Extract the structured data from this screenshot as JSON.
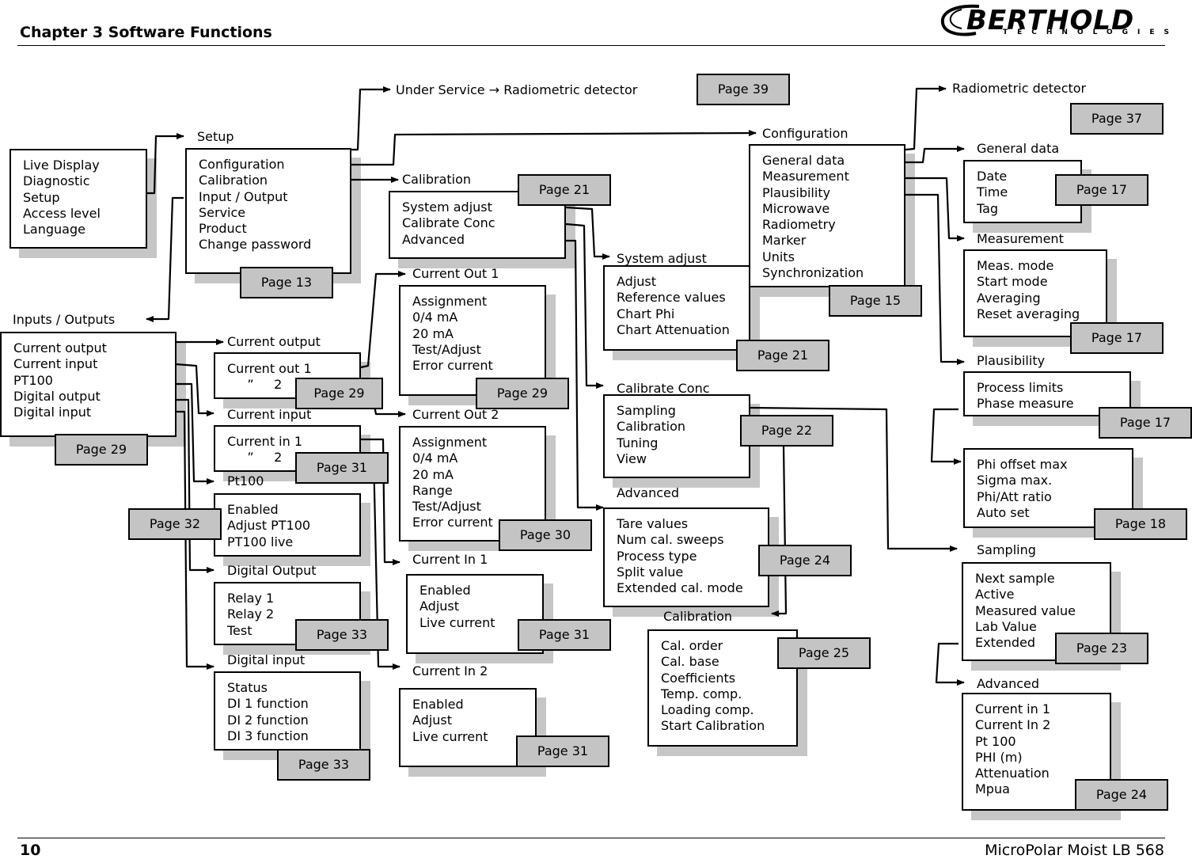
{
  "header": {
    "chapter_title": "Chapter 3 Software Functions",
    "logo_name": "BERTHOLD",
    "logo_subtitle": "TECHNOLOGIES"
  },
  "footer": {
    "page_number": "10",
    "product": "MicroPolar Moist LB 568"
  },
  "boxes": {
    "main": [
      "Live Display",
      "Diagnostic",
      "Setup",
      "Access level",
      "Language"
    ],
    "setup": [
      "Configuration",
      "Calibration",
      "Input / Output",
      "Service",
      "Product",
      "Change password"
    ],
    "io": [
      "Current output",
      "Current input",
      "PT100",
      "Digital output",
      "Digital input"
    ],
    "cur_out": [
      "Current out 1",
      "     ”     2"
    ],
    "cur_in": [
      "Current in 1",
      "     ”     2"
    ],
    "pt100": [
      "Enabled",
      "Adjust PT100",
      "PT100 live"
    ],
    "dig_out": [
      "Relay 1",
      "Relay 2",
      "Test"
    ],
    "dig_in": [
      "Status",
      "DI 1 function",
      "DI 2 function",
      "DI 3 function"
    ],
    "calib": [
      "System adjust",
      "Calibrate Conc",
      "Advanced"
    ],
    "co1": [
      "Assignment",
      "0/4 mA",
      "20 mA",
      "Test/Adjust",
      "Error current"
    ],
    "co2": [
      "Assignment",
      "0/4 mA",
      "20 mA",
      "Range",
      "Test/Adjust",
      "Error current"
    ],
    "ci1": [
      "Enabled",
      "Adjust",
      "Live current"
    ],
    "ci2": [
      "Enabled",
      "Adjust",
      "Live current"
    ],
    "sysadj": [
      "Adjust",
      "Reference values",
      "Chart Phi",
      "Chart Attenuation"
    ],
    "calconc": [
      "Sampling",
      "Calibration",
      "Tuning",
      "View"
    ],
    "adv_mid": [
      "Tare values",
      "Num cal. sweeps",
      "Process type",
      "Split value",
      "Extended cal. mode"
    ],
    "cal2": [
      "Cal. order",
      "Cal. base",
      "Coefficients",
      "Temp. comp.",
      "Loading comp.",
      "Start Calibration"
    ],
    "config": [
      "General data",
      "Measurement",
      "Plausibility",
      "Microwave",
      "Radiometry",
      "Marker",
      "Units",
      "Synchronization"
    ],
    "gendata": [
      "Date",
      "Time",
      "Tag"
    ],
    "meas": [
      "Meas. mode",
      "Start mode",
      "Averaging",
      "Reset averaging"
    ],
    "plaus": [
      "Process limits",
      "Phase measure"
    ],
    "phi": [
      "Phi offset max",
      "Sigma max.",
      "Phi/Att ratio",
      "Auto set"
    ],
    "sampling": [
      "Next sample",
      "Active",
      "Measured value",
      "Lab Value",
      "Extended"
    ],
    "adv_right": [
      "Current in 1",
      "Current In 2",
      "Pt 100",
      "PHI (m)",
      "Attenuation",
      "Mpua"
    ]
  },
  "labels": {
    "setup": "Setup",
    "io": "Inputs / Outputs",
    "cur_out": "Current output",
    "cur_in": "Current input",
    "pt100": "Pt100",
    "dig_out": "Digital Output",
    "dig_in": "Digital input",
    "service": "Under Service → Radiometric detector",
    "calib": "Calibration",
    "co1": "Current Out 1",
    "co2": "Current Out 2",
    "ci1": "Current In 1",
    "ci2": "Current In 2",
    "sysadj": "System adjust",
    "calconc": "Calibrate Conc",
    "adv_mid": "Advanced",
    "cal2": "Calibration",
    "config": "Configuration",
    "radio": "Radiometric detector",
    "gendata": "General data",
    "meas": "Measurement",
    "plaus": "Plausibility",
    "sampling": "Sampling",
    "adv_right": "Advanced"
  },
  "pages": {
    "p39": "Page 39",
    "p37": "Page 37",
    "p13": "Page 13",
    "p21a": "Page 21",
    "p17a": "Page 17",
    "p15": "Page 15",
    "p17b": "Page 17",
    "p21b": "Page 21",
    "p29a": "Page 29",
    "p29b": "Page 29",
    "p29c": "Page 29",
    "p17c": "Page 17",
    "p22": "Page 22",
    "p31a": "Page 31",
    "p32": "Page 32",
    "p30": "Page 30",
    "p18": "Page 18",
    "p24a": "Page 24",
    "p33a": "Page 33",
    "p31b": "Page 31",
    "p23": "Page 23",
    "p25": "Page 25",
    "p33b": "Page 33",
    "p31c": "Page 31",
    "p24b": "Page 24"
  }
}
